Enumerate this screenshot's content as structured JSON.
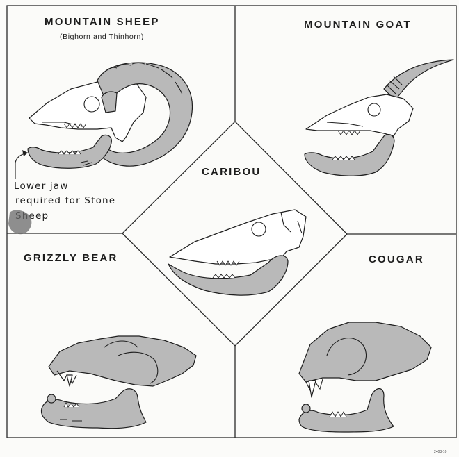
{
  "panels": {
    "mountain_sheep": {
      "title": "MOUNTAIN SHEEP",
      "subtitle": "(Bighorn and Thinhorn)",
      "note_lines": [
        "Lower jaw",
        "required for Stone",
        "Sheep"
      ]
    },
    "mountain_goat": {
      "title": "MOUNTAIN GOAT"
    },
    "caribou": {
      "title": "CARIBOU"
    },
    "grizzly_bear": {
      "title": "GRIZZLY BEAR"
    },
    "cougar": {
      "title": "COUGAR"
    }
  },
  "footer": {
    "code": "2403-10"
  },
  "colors": {
    "shaded_region": "#b9b9b9",
    "outline": "#1e1e1e",
    "background": "#fbfbf9"
  },
  "icons": [
    "arrow-icon"
  ]
}
